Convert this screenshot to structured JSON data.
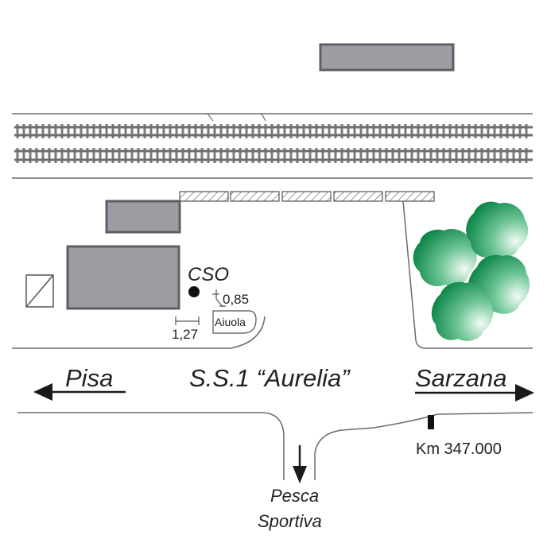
{
  "labels": {
    "cso": "CSO",
    "dim_085": "0,85",
    "dim_127": "1,27",
    "aiuola": "Aiuola",
    "pisa": "Pisa",
    "road": "S.S.1 “Aurelia”",
    "sarzana": "Sarzana",
    "km": "Km 347.000",
    "pesca_line1": "Pesca",
    "pesca_line2": "Sportiva"
  },
  "colors": {
    "building_fill": "#9c9ca2",
    "building_stroke": "#5e5e64",
    "line": "#6a6a6a",
    "rail": "#6e6e6e",
    "tree_dark": "#0d8a4a",
    "tree_light": "#e9f6ee",
    "arrow": "#1a1a1a"
  },
  "icons": {
    "trees": "tree-cluster-icon",
    "cso_marker": "point-marker-icon",
    "km_marker": "kilometre-marker-icon"
  }
}
